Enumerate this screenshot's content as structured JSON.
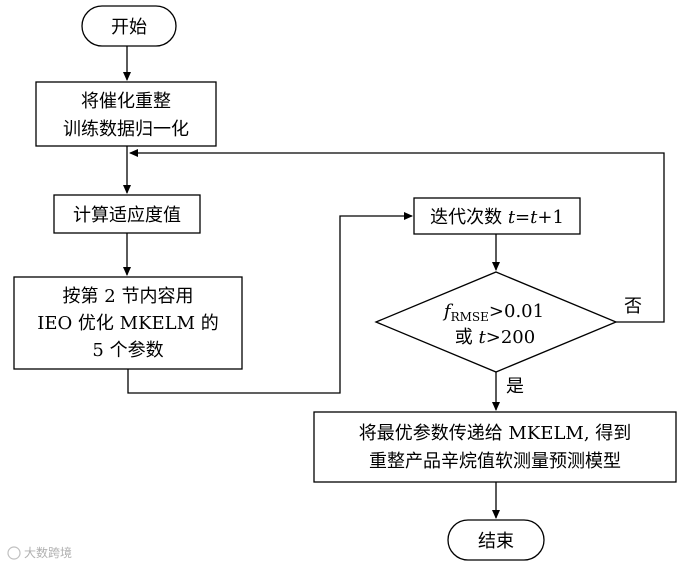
{
  "nodes": {
    "start": "开始",
    "normalize": {
      "line1": "将催化重整",
      "line2": "训练数据归一化"
    },
    "fitness": "计算适应度值",
    "optimize": {
      "line1": "按第 2 节内容用",
      "line2": "IEO 优化 MKELM 的",
      "line3": "5 个参数"
    },
    "iterate": {
      "prefix": "迭代次数 ",
      "var1": "t",
      "eq": "=",
      "var2": "t",
      "suffix": "+1"
    },
    "decision": {
      "f": "f",
      "sub": "RMSE",
      "cond1_rest": ">0.01",
      "line2_prefix": "或 ",
      "var": "t",
      "line2_rest": ">200"
    },
    "output": {
      "line1": "将最优参数传递给 MKELM, 得到",
      "line2": "重整产品辛烷值软测量预测模型"
    },
    "end": "结束"
  },
  "edge_labels": {
    "no": "否",
    "yes": "是"
  },
  "watermark": "大数跨境",
  "colors": {
    "stroke": "#000000",
    "background": "#ffffff"
  }
}
